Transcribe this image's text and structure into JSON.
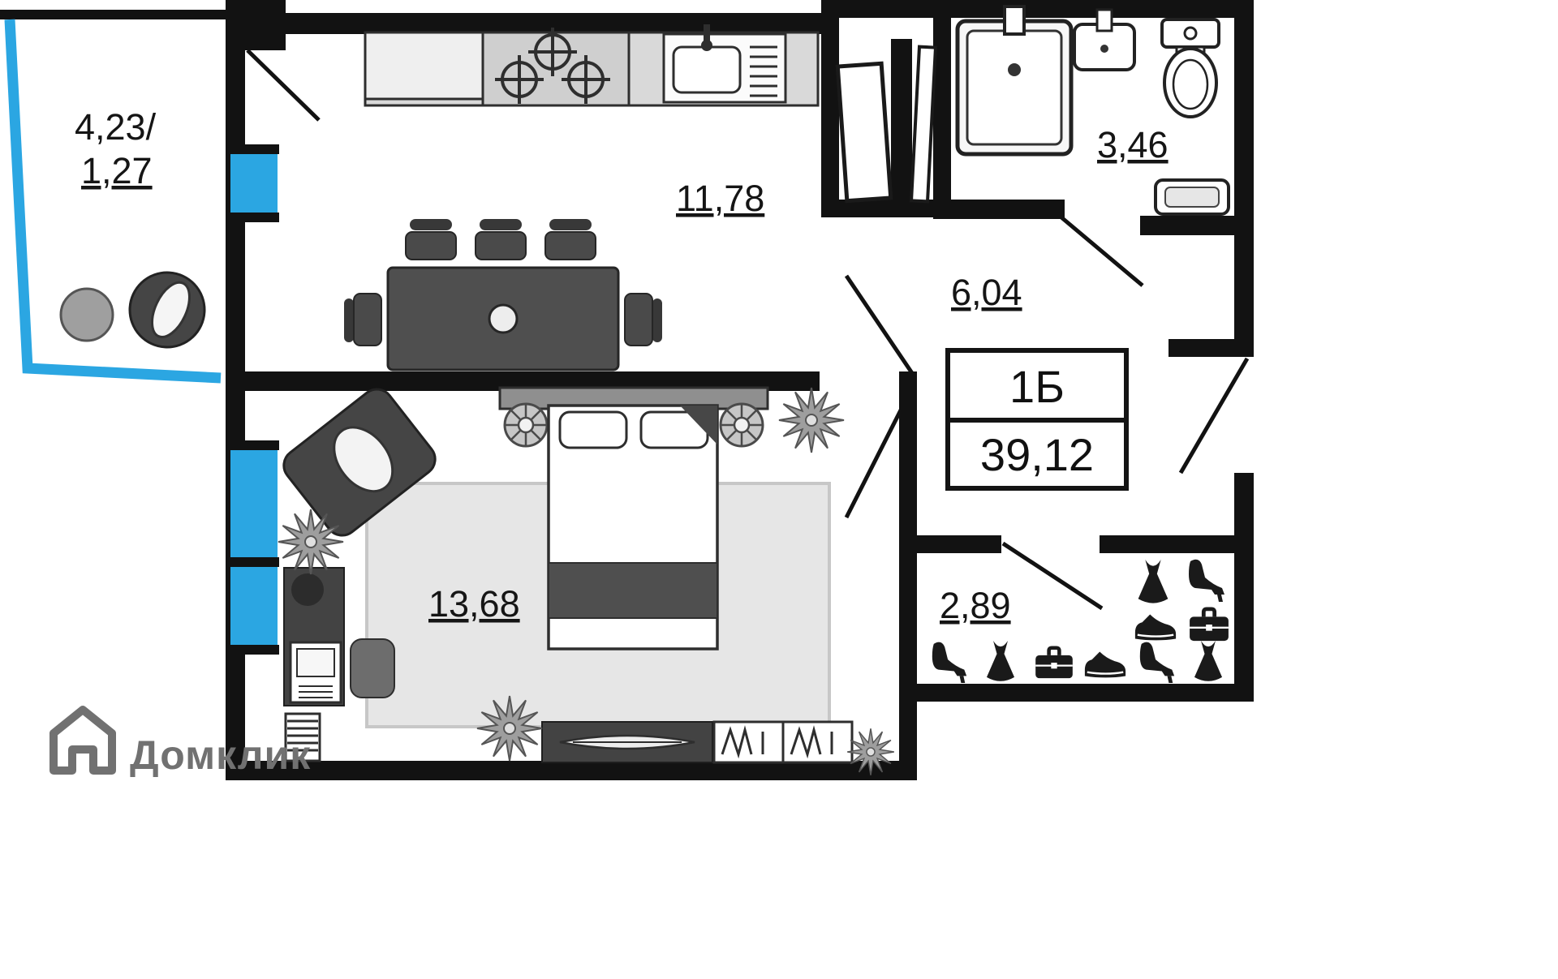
{
  "rooms": {
    "balcony": {
      "label_top": "4,23/",
      "label_bottom": "1,27"
    },
    "kitchen_living": {
      "label": "11,78"
    },
    "bathroom": {
      "label": "3,46"
    },
    "hall": {
      "label": "6,04"
    },
    "bedroom": {
      "label": "13,68"
    },
    "wardrobe": {
      "label": "2,89"
    }
  },
  "info_box": {
    "type": "1Б",
    "total_area": "39,12"
  },
  "logo": {
    "text": "Домклик"
  },
  "colors": {
    "wall": "#121212",
    "window_blue": "#2ba6e2",
    "logo_gray": "#717171",
    "background": "#ffffff"
  },
  "icons": {
    "wardrobe_upper": [
      "dress-icon",
      "heel-icon",
      "sneaker-icon",
      "briefcase-icon"
    ],
    "wardrobe_lower": [
      "heel-icon",
      "dress-icon",
      "briefcase-icon",
      "sneaker-icon",
      "heel-icon",
      "dress-icon"
    ]
  }
}
